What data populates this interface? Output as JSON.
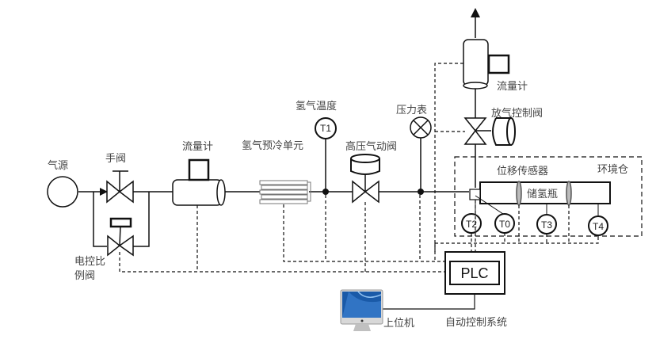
{
  "labels": {
    "gas_source": "气源",
    "manual_valve": "手阀",
    "proportional_valve_line1": "电控比",
    "proportional_valve_line2": "例阀",
    "flowmeter_inlet": "流量计",
    "precooling_unit": "氢气预冷单元",
    "hydrogen_temp": "氢气温度",
    "pneumatic_valve": "高压气动阀",
    "pressure_gauge": "压力表",
    "flowmeter_outlet": "流量计",
    "vent_control_valve": "放气控制阀",
    "displacement_sensor": "位移传感器",
    "environment_chamber": "环境仓",
    "storage_bottle": "储氢瓶",
    "plc": "PLC",
    "host_computer": "上位机",
    "auto_control_system": "自动控制系统"
  },
  "sensors": {
    "t1": "T1",
    "t0": "T0",
    "t2": "T2",
    "t3": "T3",
    "t4": "T4"
  }
}
